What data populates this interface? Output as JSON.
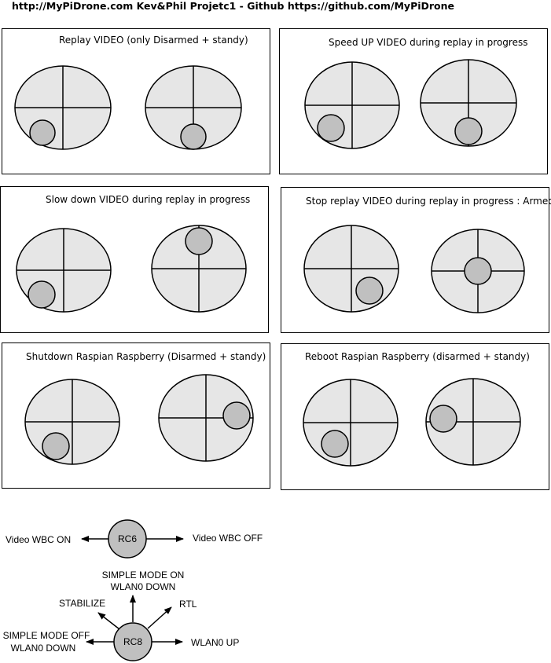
{
  "header": {
    "title": "http://MyPiDrone.com Kev&Phil Projetc1 - Github https://github.com/MyPiDrone"
  },
  "panels": [
    {
      "title": "Replay VIDEO (only Disarmed + standy)",
      "sticks": [
        {
          "label": "",
          "position": "bottom-left"
        },
        {
          "label": "",
          "position": "bottom"
        }
      ]
    },
    {
      "title": "Speed UP VIDEO during replay in progress",
      "sticks": [
        {
          "label": "",
          "position": "bottom-left"
        },
        {
          "label": "",
          "position": "bottom"
        }
      ]
    },
    {
      "title": "Slow down VIDEO during replay in progress",
      "sticks": [
        {
          "label": "",
          "position": "bottom-left"
        },
        {
          "label": "",
          "position": "top"
        }
      ]
    },
    {
      "title": "Stop replay VIDEO during replay in progress : Armed",
      "sticks": [
        {
          "label": "",
          "position": "bottom-right"
        },
        {
          "label": "",
          "position": "center"
        }
      ]
    },
    {
      "title": "Shutdown Raspian Raspberry (Disarmed + standy)",
      "sticks": [
        {
          "label": "",
          "position": "bottom-left"
        },
        {
          "label": "",
          "position": "right"
        }
      ]
    },
    {
      "title": "Reboot Raspian Raspberry (disarmed + standy)",
      "sticks": [
        {
          "label": "",
          "position": "bottom-left"
        },
        {
          "label": "",
          "position": "left"
        }
      ]
    }
  ],
  "legend": {
    "rc6": {
      "node": "RC6",
      "left": "Video WBC ON",
      "right": "Video WBC OFF"
    },
    "rc8": {
      "node": "RC8",
      "up_line1": "SIMPLE MODE ON",
      "up_line2": "WLAN0 DOWN",
      "up_left": "STABILIZE",
      "up_right": "RTL",
      "left_line1": "SIMPLE MODE OFF",
      "left_line2": "WLAN0 DOWN",
      "right": "WLAN0 UP"
    }
  },
  "colors": {
    "stick_fill": "#e6e6e6",
    "knob_fill": "#c0c0c0",
    "node_fill": "#c0c0c0",
    "line": "#000000"
  }
}
